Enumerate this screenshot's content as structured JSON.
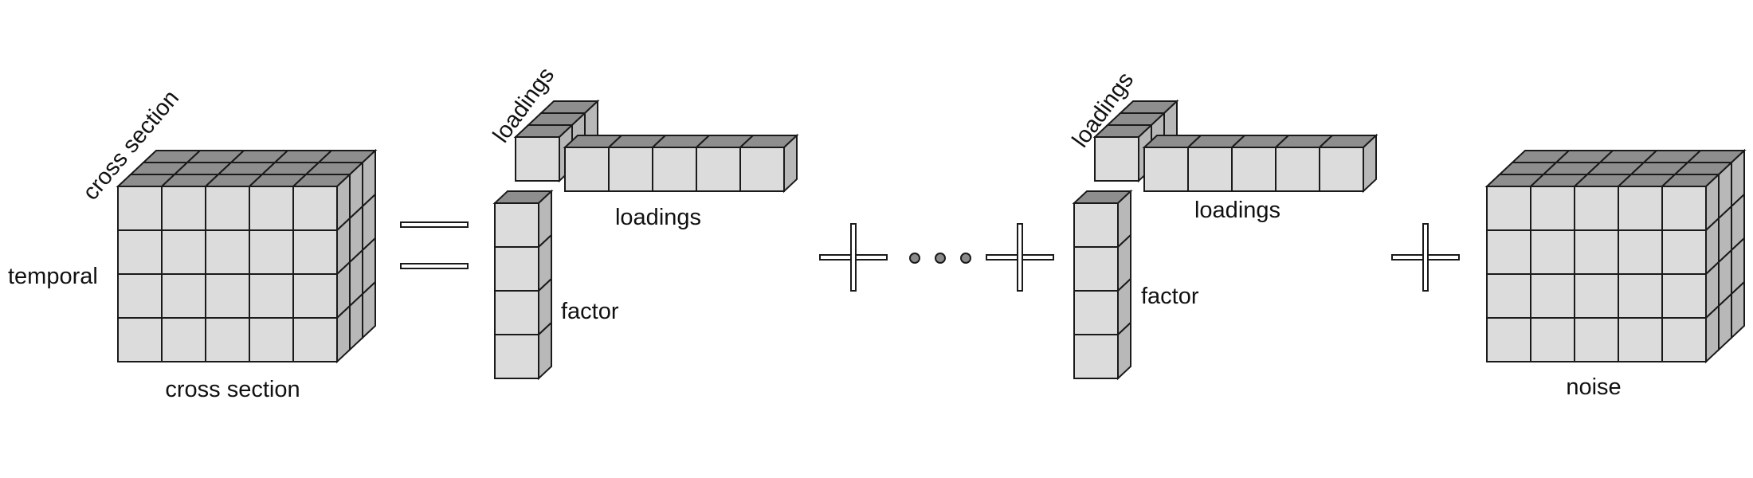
{
  "labels": {
    "cube_top_axis": "cross section",
    "cube_left_axis": "temporal",
    "cube_bottom_axis": "cross section",
    "term1_loadings_diag": "loadings",
    "term1_loadings": "loadings",
    "term1_factor": "factor",
    "term2_loadings_diag": "loadings",
    "term2_loadings": "loadings",
    "term2_factor": "factor",
    "noise": "noise"
  },
  "grid": {
    "rows": 4,
    "cols": 5,
    "depth": 3,
    "factor_cells": 4,
    "loading_cells": 5,
    "loading_depth_cells": 3
  },
  "operators": [
    "=",
    "+",
    "…",
    "+",
    "+"
  ],
  "colors": {
    "cube_front": "#dcdcdc",
    "cube_top": "#8e8e8e",
    "cube_side": "#b8b8b8",
    "stroke": "#1a1a1a"
  }
}
